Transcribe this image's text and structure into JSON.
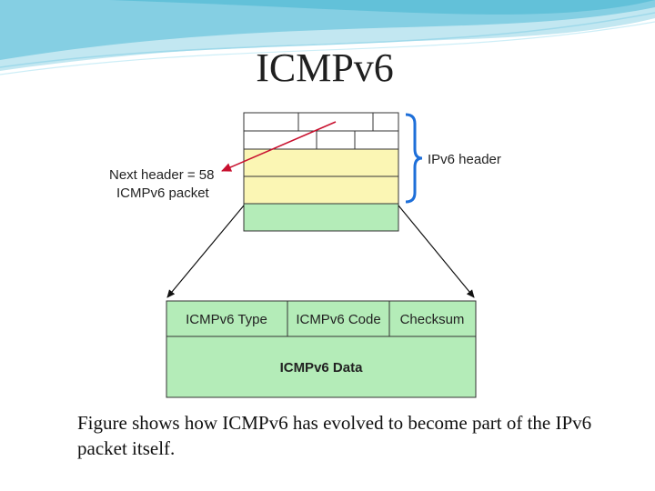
{
  "slide": {
    "title": "ICMPv6",
    "caption": "Figure shows how ICMPv6 has evolved to become part of the IPv6 packet itself."
  },
  "diagram": {
    "next_header_label_line1": "Next header = 58",
    "next_header_label_line2": "ICMPv6 packet",
    "ipv6_header_label": "IPv6 header",
    "fields": {
      "type": "ICMPv6 Type",
      "code": "ICMPv6 Code",
      "checksum": "Checksum",
      "data": "ICMPv6 Data"
    }
  },
  "colors": {
    "header_fill": "#fbf6b4",
    "payload_fill": "#b4ecb8",
    "arrow_red": "#c8102e",
    "bracket_blue": "#1e6fd9",
    "deco_teal": "#3fb3cf"
  }
}
